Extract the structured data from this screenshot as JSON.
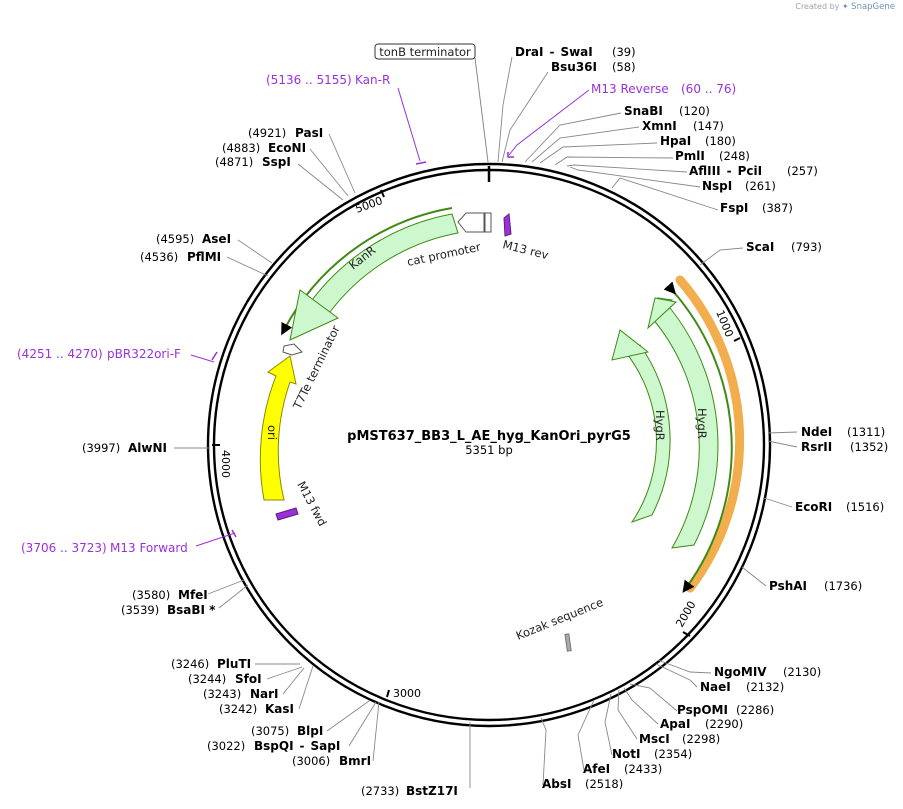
{
  "credit": {
    "prefix": "Created by",
    "brand": "SnapGene"
  },
  "plasmid": {
    "name": "pMST637_BB3_L_AE_hyg_KanOri_pyrG5",
    "size_label": "5351 bp"
  },
  "colors": {
    "primer": "#9b30d9",
    "feature_fill": "#cdf7cd",
    "ori": "#ffff00",
    "orf_green": "#3f8a14",
    "orf_orange": "#f2ad4d",
    "kozak": "#a9a9a9"
  },
  "position_ticks": [
    "1000",
    "2000",
    "3000",
    "4000",
    "5000"
  ],
  "sites": [
    {
      "name": "DraI",
      "joiner": "-",
      "name2": "SwaI",
      "pos": "(39)"
    },
    {
      "name": "Bsu36I",
      "pos": "(58)"
    },
    {
      "name": "SnaBI",
      "pos": "(120)"
    },
    {
      "name": "XmnI",
      "pos": "(147)"
    },
    {
      "name": "HpaI",
      "pos": "(180)"
    },
    {
      "name": "PmlI",
      "pos": "(248)"
    },
    {
      "name": "AflIII",
      "joiner": "-",
      "name2": "PciI",
      "pos": "(257)"
    },
    {
      "name": "NspI",
      "pos": "(261)"
    },
    {
      "name": "FspI",
      "pos": "(387)"
    },
    {
      "name": "ScaI",
      "pos": "(793)"
    },
    {
      "name": "NdeI",
      "pos": "(1311)"
    },
    {
      "name": "RsrII",
      "pos": "(1352)"
    },
    {
      "name": "EcoRI",
      "pos": "(1516)"
    },
    {
      "name": "PshAI",
      "pos": "(1736)"
    },
    {
      "name": "NgoMIV",
      "pos": "(2130)"
    },
    {
      "name": "NaeI",
      "pos": "(2132)"
    },
    {
      "name": "PspOMI",
      "pos": "(2286)"
    },
    {
      "name": "ApaI",
      "pos": "(2290)"
    },
    {
      "name": "MscI",
      "pos": "(2298)"
    },
    {
      "name": "NotI",
      "pos": "(2354)"
    },
    {
      "name": "AfeI",
      "pos": "(2433)"
    },
    {
      "name": "AbsI",
      "pos": "(2518)"
    },
    {
      "name": "BstZ17I",
      "pos": "(2733)"
    },
    {
      "name": "BmrI",
      "pos": "(3006)"
    },
    {
      "name": "BspQI",
      "joiner": "-",
      "name2": "SapI",
      "pos": "(3022)"
    },
    {
      "name": "BlpI",
      "pos": "(3075)"
    },
    {
      "name": "KasI",
      "pos": "(3242)"
    },
    {
      "name": "NarI",
      "pos": "(3243)"
    },
    {
      "name": "SfoI",
      "pos": "(3244)"
    },
    {
      "name": "PluTI",
      "pos": "(3246)"
    },
    {
      "name": "BsaBI *",
      "pos": "(3539)"
    },
    {
      "name": "MfeI",
      "pos": "(3580)"
    },
    {
      "name": "AlwNI",
      "pos": "(3997)"
    },
    {
      "name": "PflMI",
      "pos": "(4536)"
    },
    {
      "name": "AseI",
      "pos": "(4595)"
    },
    {
      "name": "SspI",
      "pos": "(4871)"
    },
    {
      "name": "EcoNI",
      "pos": "(4883)"
    },
    {
      "name": "PasI",
      "pos": "(4921)"
    }
  ],
  "primers": [
    {
      "name": "M13 Reverse",
      "range": "(60 .. 76)"
    },
    {
      "name": "Kan-R",
      "range": "(5136 .. 5155)"
    },
    {
      "name": "pBR322ori-F",
      "range": "(4251 .. 4270)"
    },
    {
      "name": "M13 Forward",
      "range": "(3706 .. 3723)"
    }
  ],
  "features": {
    "tonb": "tonB terminator",
    "m13rev": "M13 rev",
    "cat_promoter": "cat promoter",
    "kanr": "KanR",
    "t7te": "T7Te terminator",
    "ori": "ori",
    "m13fwd": "M13 fwd",
    "hygr_outer": "HygR",
    "hygr_inner": "HygR",
    "kozak": "Kozak sequence"
  }
}
